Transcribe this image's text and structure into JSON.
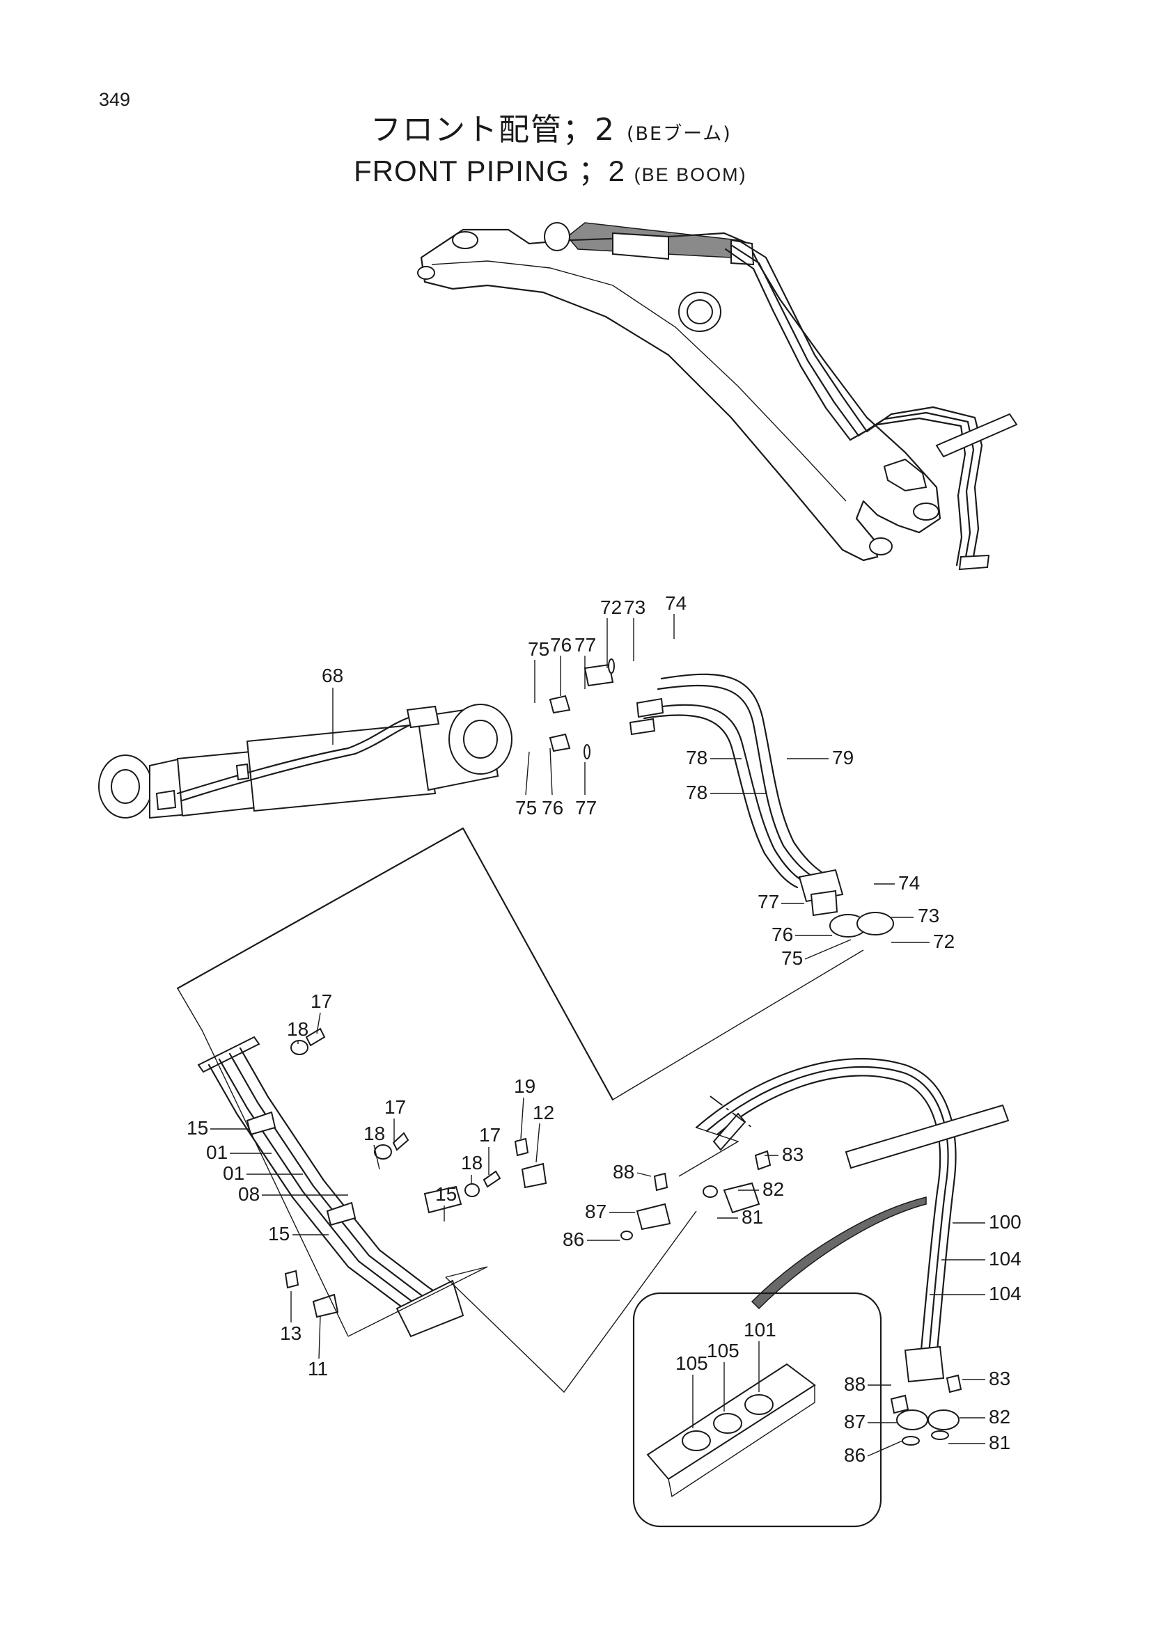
{
  "header": {
    "page_number": "349",
    "title_jp": "フロント配管；2",
    "title_jp_sub": "(BEブーム)",
    "title_en": "FRONT PIPING ；2",
    "title_en_sub": "(BE BOOM)"
  },
  "diagram": {
    "callouts": {
      "p72a": "72",
      "p73a": "73",
      "p74a": "74",
      "p75a": "75",
      "p76a": "76",
      "p77a": "77",
      "p68": "68",
      "p75b": "75",
      "p76b": "76",
      "p77b": "77",
      "p78a": "78",
      "p79": "79",
      "p78b": "78",
      "p74b": "74",
      "p77c": "77",
      "p73b": "73",
      "p76c": "76",
      "p72b": "72",
      "p75c": "75",
      "p17a": "17",
      "p18a": "18",
      "p15a": "15",
      "p01a": "01",
      "p01b": "01",
      "p08": "08",
      "p17b": "17",
      "p18b": "18",
      "p15b": "15",
      "p15c": "15",
      "p17c": "17",
      "p18c": "18",
      "p19": "19",
      "p12": "12",
      "p13": "13",
      "p11": "11",
      "p88a": "88",
      "p83a": "83",
      "p82a": "82",
      "p87a": "87",
      "p81a": "81",
      "p86a": "86",
      "p100": "100",
      "p104a": "104",
      "p104b": "104",
      "p105a": "105",
      "p105b": "105",
      "p101": "101",
      "p88b": "88",
      "p83b": "83",
      "p87b": "87",
      "p82b": "82",
      "p86b": "86",
      "p81b": "81"
    }
  }
}
